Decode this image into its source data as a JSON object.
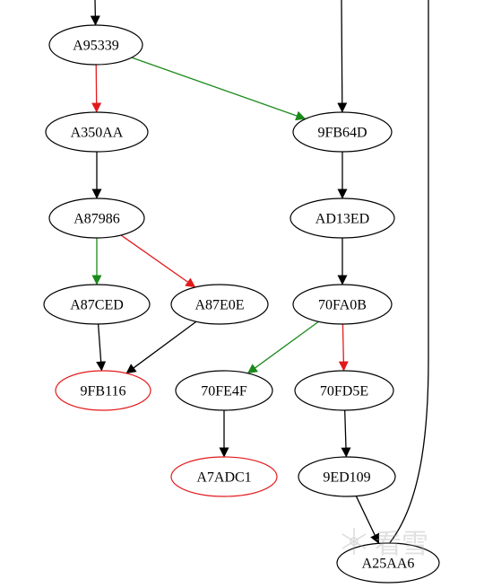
{
  "nodes": [
    {
      "id": "A95339",
      "label": "A95339",
      "color": "#000000"
    },
    {
      "id": "A350AA",
      "label": "A350AA",
      "color": "#000000"
    },
    {
      "id": "A87986",
      "label": "A87986",
      "color": "#000000"
    },
    {
      "id": "A87CED",
      "label": "A87CED",
      "color": "#000000"
    },
    {
      "id": "A87E0E",
      "label": "A87E0E",
      "color": "#000000"
    },
    {
      "id": "9FB116",
      "label": "9FB116",
      "color": "#e31a1c"
    },
    {
      "id": "9FB64D",
      "label": "9FB64D",
      "color": "#000000"
    },
    {
      "id": "AD13ED",
      "label": "AD13ED",
      "color": "#000000"
    },
    {
      "id": "70FA0B",
      "label": "70FA0B",
      "color": "#000000"
    },
    {
      "id": "70FE4F",
      "label": "70FE4F",
      "color": "#000000"
    },
    {
      "id": "70FD5E",
      "label": "70FD5E",
      "color": "#000000"
    },
    {
      "id": "A7ADC1",
      "label": "A7ADC1",
      "color": "#e31a1c"
    },
    {
      "id": "9ED109",
      "label": "9ED109",
      "color": "#000000"
    },
    {
      "id": "A25AA6",
      "label": "A25AA6",
      "color": "#000000"
    }
  ],
  "edges": [
    {
      "from": "",
      "to": "A95339",
      "color": "#000000"
    },
    {
      "from": "A95339",
      "to": "A350AA",
      "color": "#e31a1c"
    },
    {
      "from": "A95339",
      "to": "9FB64D",
      "color": "#1a8a1a"
    },
    {
      "from": "",
      "to": "9FB64D",
      "color": "#000000"
    },
    {
      "from": "A350AA",
      "to": "A87986",
      "color": "#000000"
    },
    {
      "from": "A87986",
      "to": "A87CED",
      "color": "#1a8a1a"
    },
    {
      "from": "A87986",
      "to": "A87E0E",
      "color": "#e31a1c"
    },
    {
      "from": "A87CED",
      "to": "9FB116",
      "color": "#000000"
    },
    {
      "from": "A87E0E",
      "to": "9FB116",
      "color": "#000000"
    },
    {
      "from": "9FB64D",
      "to": "AD13ED",
      "color": "#000000"
    },
    {
      "from": "AD13ED",
      "to": "70FA0B",
      "color": "#000000"
    },
    {
      "from": "70FA0B",
      "to": "70FE4F",
      "color": "#1a8a1a"
    },
    {
      "from": "70FA0B",
      "to": "70FD5E",
      "color": "#e31a1c"
    },
    {
      "from": "70FE4F",
      "to": "A7ADC1",
      "color": "#000000"
    },
    {
      "from": "70FD5E",
      "to": "9ED109",
      "color": "#000000"
    },
    {
      "from": "9ED109",
      "to": "A25AA6",
      "color": "#000000"
    },
    {
      "from": "A25AA6",
      "to": "",
      "color": "#000000"
    }
  ],
  "watermark": {
    "text": "看雪"
  }
}
